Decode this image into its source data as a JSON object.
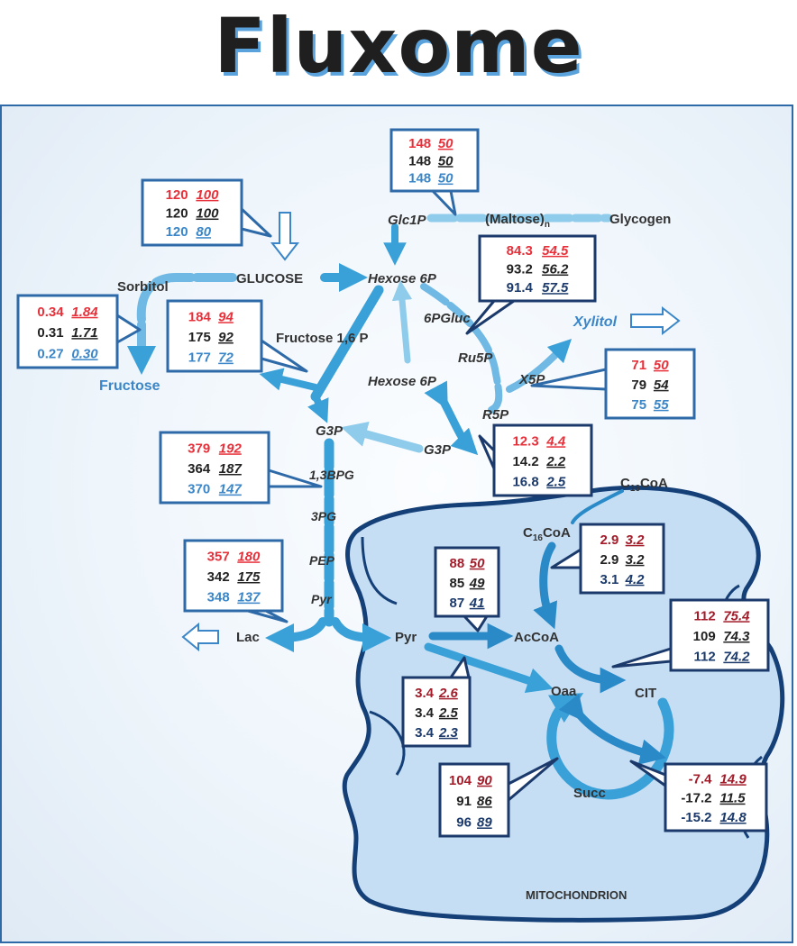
{
  "title": "Fluxome",
  "colors": {
    "red": "#e8303a",
    "dark_red": "#a31c2a",
    "black": "#222222",
    "blue": "#3a86c8",
    "navy": "#1b3a6b",
    "arrow": "#3aa0d8",
    "arrow_light": "#8fcbea",
    "mito_fill": "#c5def4",
    "mito_stroke": "#143f77"
  },
  "labels": {
    "glc1p": "Glc1P",
    "maltose": "(Maltose)",
    "maltose_sub": "n",
    "glycogen": "Glycogen",
    "glucose": "GLUCOSE",
    "hexose6p_top": "Hexose 6P",
    "sorbitol": "Sorbitol",
    "fructose": "Fructose",
    "gluc6p": "6PGluc",
    "xylitol": "Xylitol",
    "ru5p": "Ru5P",
    "fructose16p": "Fructose 1,6 P",
    "hexose6p_mid": "Hexose 6P",
    "x5p": "X5P",
    "r5p": "R5P",
    "g3p_left": "G3P",
    "g3p_right": "G3P",
    "bpg13": "1,3BPG",
    "pg3": "3PG",
    "pep": "PEP",
    "pyr": "Pyr",
    "lac": "Lac",
    "pyr_mito": "Pyr",
    "accoa": "AcCoA",
    "oaa": "Oaa",
    "cit": "CIT",
    "succ": "Succ",
    "c16coa_out": "C",
    "c16coa_out_sub": "16",
    "c16coa_out_tail": "CoA",
    "c16coa_in": "C",
    "c16coa_in_sub": "16",
    "c16coa_in_tail": "CoA",
    "mitochondrion": "MITOCHONDRION"
  },
  "boxes": [
    {
      "name": "glycogen-flux",
      "rows": [
        [
          "148",
          "50"
        ],
        [
          "148",
          "50"
        ],
        [
          "148",
          "50"
        ]
      ]
    },
    {
      "name": "glucose-uptake",
      "rows": [
        [
          "120",
          "100"
        ],
        [
          "120",
          "100"
        ],
        [
          "120",
          "80"
        ]
      ]
    },
    {
      "name": "ppp-oxidative",
      "rows": [
        [
          "84.3",
          "54.5"
        ],
        [
          "93.2",
          "56.2"
        ],
        [
          "91.4",
          "57.5"
        ]
      ]
    },
    {
      "name": "sorbitol-flux",
      "rows": [
        [
          "0.34",
          "1.84"
        ],
        [
          "0.31",
          "1.71"
        ],
        [
          "0.27",
          "0.30"
        ]
      ]
    },
    {
      "name": "glycolysis-upper",
      "rows": [
        [
          "184",
          "94"
        ],
        [
          "175",
          "92"
        ],
        [
          "177",
          "72"
        ]
      ]
    },
    {
      "name": "xylitol-flux",
      "rows": [
        [
          "71",
          "50"
        ],
        [
          "79",
          "54"
        ],
        [
          "75",
          "55"
        ]
      ]
    },
    {
      "name": "ppp-nonoxidative",
      "rows": [
        [
          "12.3",
          "4.4"
        ],
        [
          "14.2",
          "2.2"
        ],
        [
          "16.8",
          "2.5"
        ]
      ]
    },
    {
      "name": "glycolysis-lower",
      "rows": [
        [
          "379",
          "192"
        ],
        [
          "364",
          "187"
        ],
        [
          "370",
          "147"
        ]
      ]
    },
    {
      "name": "lactate-flux",
      "rows": [
        [
          "357",
          "180"
        ],
        [
          "342",
          "175"
        ],
        [
          "348",
          "137"
        ]
      ]
    },
    {
      "name": "pdh-flux",
      "rows": [
        [
          "88",
          "50"
        ],
        [
          "85",
          "49"
        ],
        [
          "87",
          "41"
        ]
      ]
    },
    {
      "name": "fatty-acid-oxidation",
      "rows": [
        [
          "2.9",
          "3.2"
        ],
        [
          "2.9",
          "3.2"
        ],
        [
          "3.1",
          "4.2"
        ]
      ]
    },
    {
      "name": "citrate-synthase",
      "rows": [
        [
          "112",
          "75.4"
        ],
        [
          "109",
          "74.3"
        ],
        [
          "112",
          "74.2"
        ]
      ]
    },
    {
      "name": "pyruvate-carboxylase",
      "rows": [
        [
          "3.4",
          "2.6"
        ],
        [
          "3.4",
          "2.5"
        ],
        [
          "3.4",
          "2.3"
        ]
      ]
    },
    {
      "name": "tca-cycle",
      "rows": [
        [
          "104",
          "90"
        ],
        [
          "91",
          "86"
        ],
        [
          "96",
          "89"
        ]
      ]
    },
    {
      "name": "anaplerosis",
      "rows": [
        [
          "-7.4",
          "14.9"
        ],
        [
          "-17.2",
          "11.5"
        ],
        [
          "-15.2",
          "14.8"
        ]
      ]
    }
  ]
}
